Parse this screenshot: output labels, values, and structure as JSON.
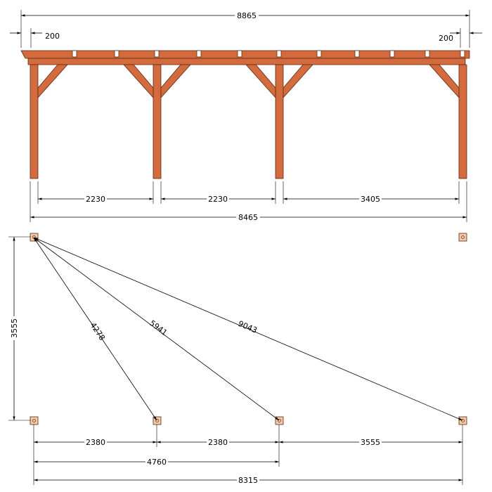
{
  "elevation": {
    "dimensions": {
      "overall_top": "8865",
      "overhang_left": "200",
      "overhang_right": "200",
      "bay_1": "2230",
      "bay_2": "2230",
      "bay_3": "3405",
      "overall_bottom": "8465"
    }
  },
  "plan": {
    "dimensions": {
      "depth": "3555",
      "diag_1": "4278",
      "diag_2": "5941",
      "diag_3": "9043",
      "span_1": "2380",
      "span_2": "2380",
      "span_3": "3555",
      "sum_4760": "4760",
      "overall": "8315"
    }
  },
  "colors": {
    "wood": "#d36b3e",
    "wood_stroke": "#5a2a12",
    "footing": "#f2c9a8"
  }
}
